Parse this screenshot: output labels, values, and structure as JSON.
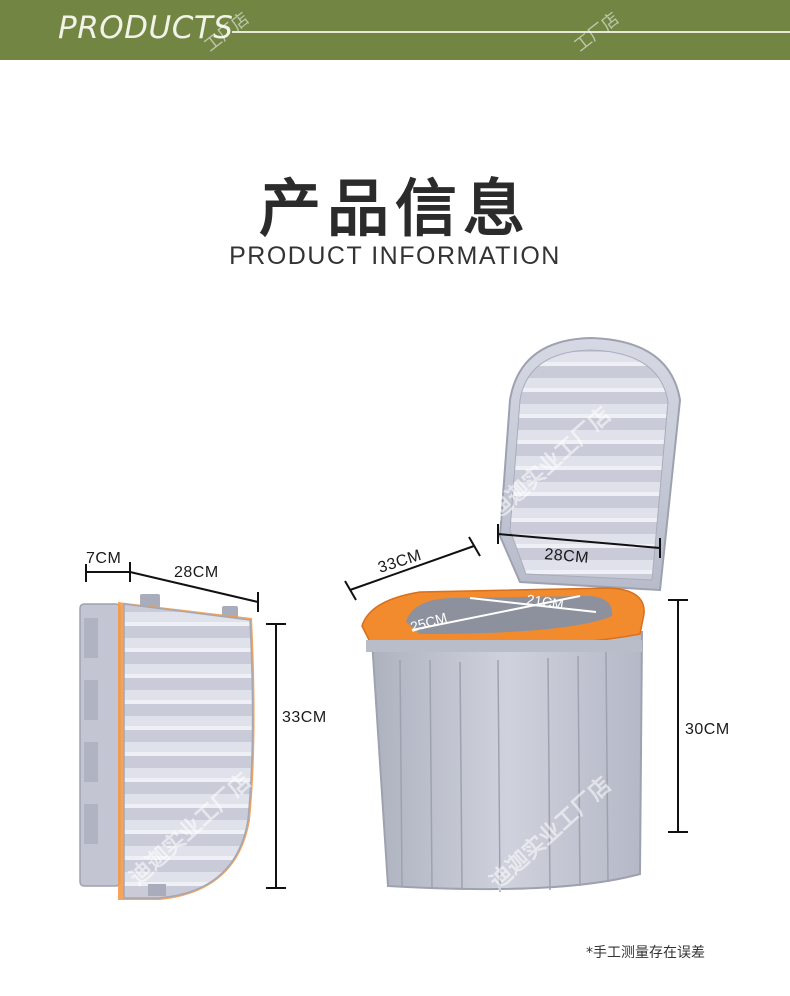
{
  "header": {
    "title": "PRODUCTS",
    "watermark": "工厂店"
  },
  "section": {
    "title": "产品信息",
    "subtitle": "PRODUCT INFORMATION"
  },
  "folded_view": {
    "depth": "7CM",
    "width": "28CM",
    "height": "33CM"
  },
  "open_view": {
    "width": "33CM",
    "lid_width": "28CM",
    "opening_length": "25CM",
    "opening_width": "21CM",
    "height": "30CM"
  },
  "watermark": "迪迦实业工厂店",
  "footnote": "*手工测量存在误差",
  "colors": {
    "header_bg": "#728543",
    "seat_orange": "#f28a2e",
    "body_grey": "#c3c6d2"
  }
}
